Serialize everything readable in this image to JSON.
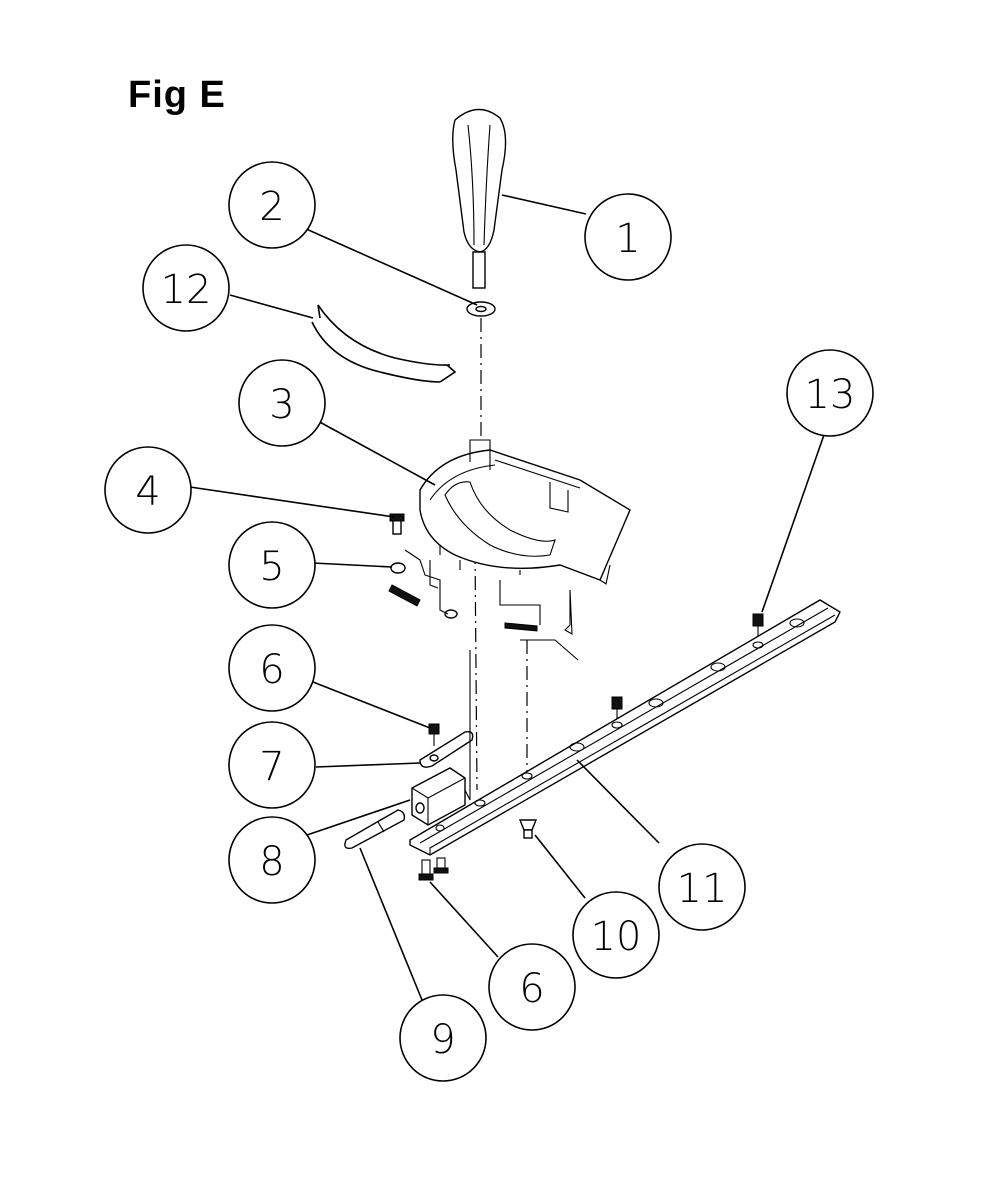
{
  "figure": {
    "title": "Fig E"
  },
  "callouts": [
    {
      "id": "1",
      "label": "1"
    },
    {
      "id": "2",
      "label": "2"
    },
    {
      "id": "3",
      "label": "3"
    },
    {
      "id": "4",
      "label": "4"
    },
    {
      "id": "5",
      "label": "5"
    },
    {
      "id": "6a",
      "label": "6"
    },
    {
      "id": "6b",
      "label": "6"
    },
    {
      "id": "7",
      "label": "7"
    },
    {
      "id": "8",
      "label": "8"
    },
    {
      "id": "9",
      "label": "9"
    },
    {
      "id": "10",
      "label": "10"
    },
    {
      "id": "11",
      "label": "11"
    },
    {
      "id": "12",
      "label": "12"
    },
    {
      "id": "13",
      "label": "13"
    }
  ],
  "colors": {
    "ink": "#000000",
    "paper": "#ffffff"
  }
}
